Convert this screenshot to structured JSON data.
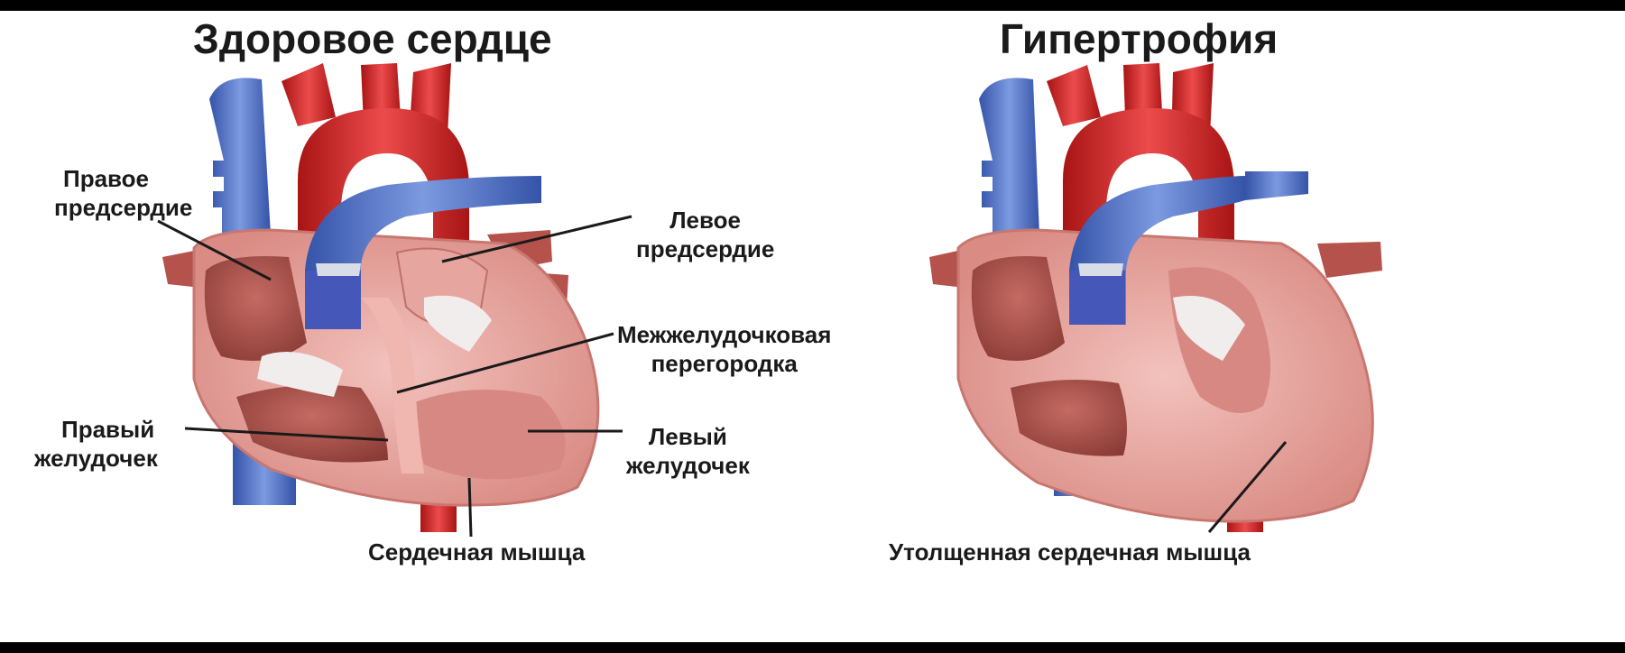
{
  "healthy": {
    "title": "Здоровое сердце",
    "labels": {
      "right_atrium": [
        "Правое",
        "предсердие"
      ],
      "left_atrium": [
        "Левое",
        "предсердие"
      ],
      "septum": [
        "Межжелудочковая",
        "перегородка"
      ],
      "right_ventricle": [
        "Правый",
        "желудочек"
      ],
      "left_ventricle": [
        "Левый",
        "желудочек"
      ],
      "muscle": "Сердечная мышца"
    }
  },
  "hypertrophy": {
    "title": "Гипертрофия",
    "labels": {
      "muscle": "Утолщенная сердечная мышца"
    }
  },
  "colors": {
    "vein_blue": "#4a6fc4",
    "artery_red": "#d42a2a",
    "muscle_pink": "#e8a49f",
    "chamber_dark": "#a8564f",
    "background": "#ffffff",
    "frame": "#000000"
  }
}
